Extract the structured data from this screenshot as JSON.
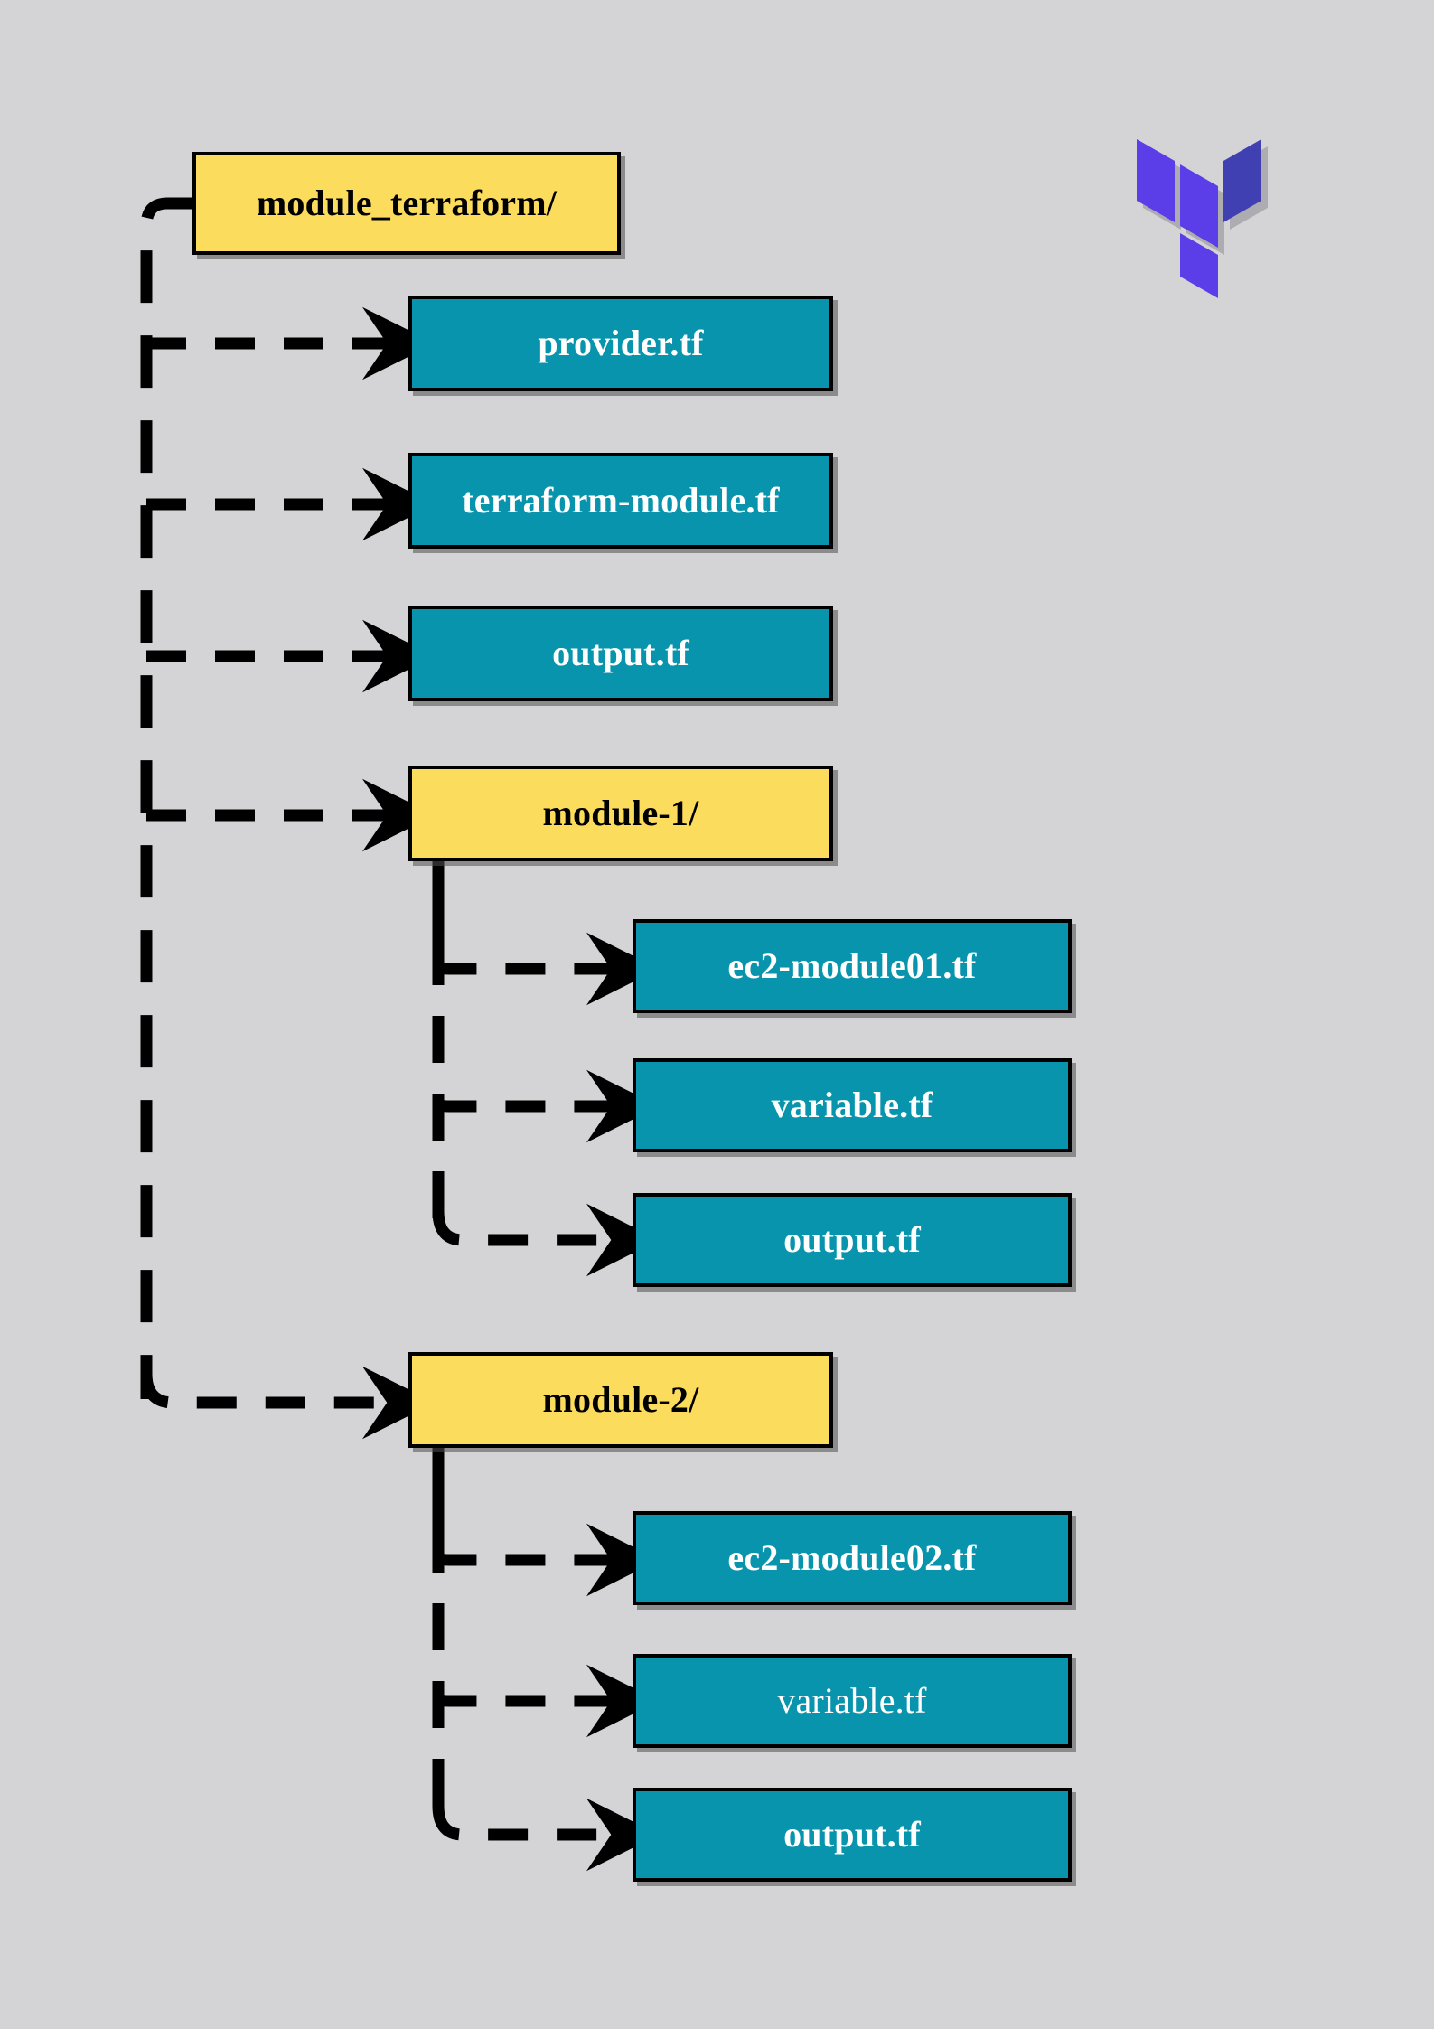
{
  "diagram": {
    "title": "module_terraform project structure",
    "type": "tree-directory-diagram",
    "background_color": "#d4d3d6",
    "colors": {
      "directory_fill": "#fcdc5c",
      "file_fill": "#0894ad",
      "border": "#000000",
      "directory_text": "#000000",
      "file_text": "#ffffff",
      "logo_light": "#5b3ee8",
      "logo_dark": "#4040b2"
    },
    "logo": {
      "name": "terraform-logo",
      "alt": "Terraform logo"
    },
    "nodes": [
      {
        "id": "root",
        "label": "module_terraform/",
        "kind": "directory",
        "level": 0,
        "bold": true
      },
      {
        "id": "provider",
        "label": "provider.tf",
        "kind": "file",
        "level": 1,
        "bold": true
      },
      {
        "id": "terraform-module",
        "label": "terraform-module.tf",
        "kind": "file",
        "level": 1,
        "bold": true
      },
      {
        "id": "output-root",
        "label": "output.tf",
        "kind": "file",
        "level": 1,
        "bold": true
      },
      {
        "id": "module-1",
        "label": "module-1/",
        "kind": "directory",
        "level": 1,
        "bold": true
      },
      {
        "id": "ec2-module01",
        "label": "ec2-module01.tf",
        "kind": "file",
        "level": 2,
        "bold": true
      },
      {
        "id": "variable-1",
        "label": "variable.tf",
        "kind": "file",
        "level": 2,
        "bold": true
      },
      {
        "id": "output-1",
        "label": "output.tf",
        "kind": "file",
        "level": 2,
        "bold": true
      },
      {
        "id": "module-2",
        "label": "module-2/",
        "kind": "directory",
        "level": 1,
        "bold": true
      },
      {
        "id": "ec2-module02",
        "label": "ec2-module02.tf",
        "kind": "file",
        "level": 2,
        "bold": true
      },
      {
        "id": "variable-2",
        "label": "variable.tf",
        "kind": "file",
        "level": 2,
        "bold": false
      },
      {
        "id": "output-2",
        "label": "output.tf",
        "kind": "file",
        "level": 2,
        "bold": true
      }
    ],
    "edges": [
      {
        "from": "root",
        "to": "provider",
        "style": "dashed-arrow"
      },
      {
        "from": "root",
        "to": "terraform-module",
        "style": "dashed-arrow"
      },
      {
        "from": "root",
        "to": "output-root",
        "style": "dashed-arrow"
      },
      {
        "from": "root",
        "to": "module-1",
        "style": "dashed-arrow"
      },
      {
        "from": "root",
        "to": "module-2",
        "style": "dashed-arrow"
      },
      {
        "from": "module-1",
        "to": "ec2-module01",
        "style": "dashed-arrow"
      },
      {
        "from": "module-1",
        "to": "variable-1",
        "style": "dashed-arrow"
      },
      {
        "from": "module-1",
        "to": "output-1",
        "style": "dashed-arrow"
      },
      {
        "from": "module-2",
        "to": "ec2-module02",
        "style": "dashed-arrow"
      },
      {
        "from": "module-2",
        "to": "variable-2",
        "style": "dashed-arrow"
      },
      {
        "from": "module-2",
        "to": "output-2",
        "style": "dashed-arrow"
      }
    ]
  }
}
